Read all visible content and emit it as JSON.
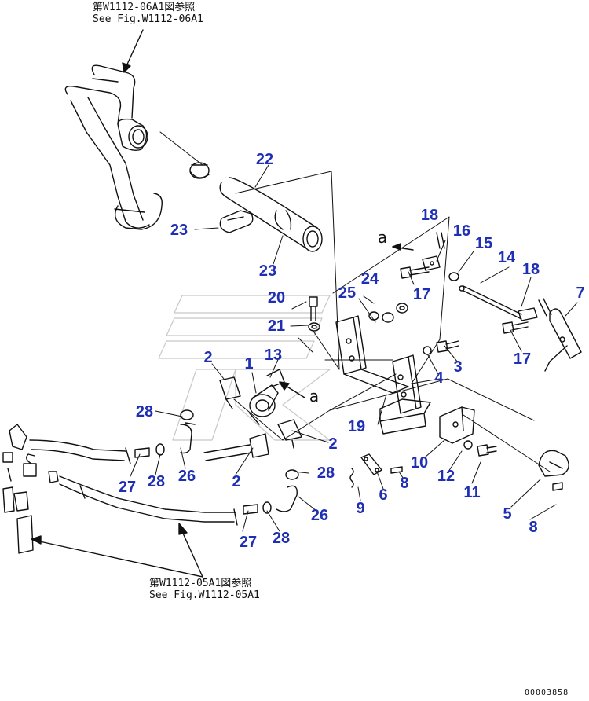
{
  "references": {
    "top": {
      "line1": "第W1112-06A1図参照",
      "line2": "See Fig.W1112-06A1"
    },
    "bottom": {
      "line1": "第W1112-05A1図参照",
      "line2": "See Fig.W1112-05A1"
    }
  },
  "view_marks": [
    "a",
    "a"
  ],
  "part_numbers": {
    "p1": "1",
    "p2a": "2",
    "p2b": "2",
    "p2c": "2",
    "p3": "3",
    "p4": "4",
    "p5": "5",
    "p6": "6",
    "p7": "7",
    "p8a": "8",
    "p8b": "8",
    "p9": "9",
    "p10": "10",
    "p11": "11",
    "p12": "12",
    "p13": "13",
    "p14": "14",
    "p15": "15",
    "p16": "16",
    "p17a": "17",
    "p17b": "17",
    "p18a": "18",
    "p18b": "18",
    "p19": "19",
    "p20": "20",
    "p21": "21",
    "p22": "22",
    "p23a": "23",
    "p23b": "23",
    "p24": "24",
    "p25": "25",
    "p26a": "26",
    "p26b": "26",
    "p27a": "27",
    "p27b": "27",
    "p28a": "28",
    "p28b": "28",
    "p28c": "28",
    "p28d": "28"
  },
  "doc_id": "00003858",
  "colors": {
    "callout": "#1f2fb4",
    "line": "#111111"
  }
}
